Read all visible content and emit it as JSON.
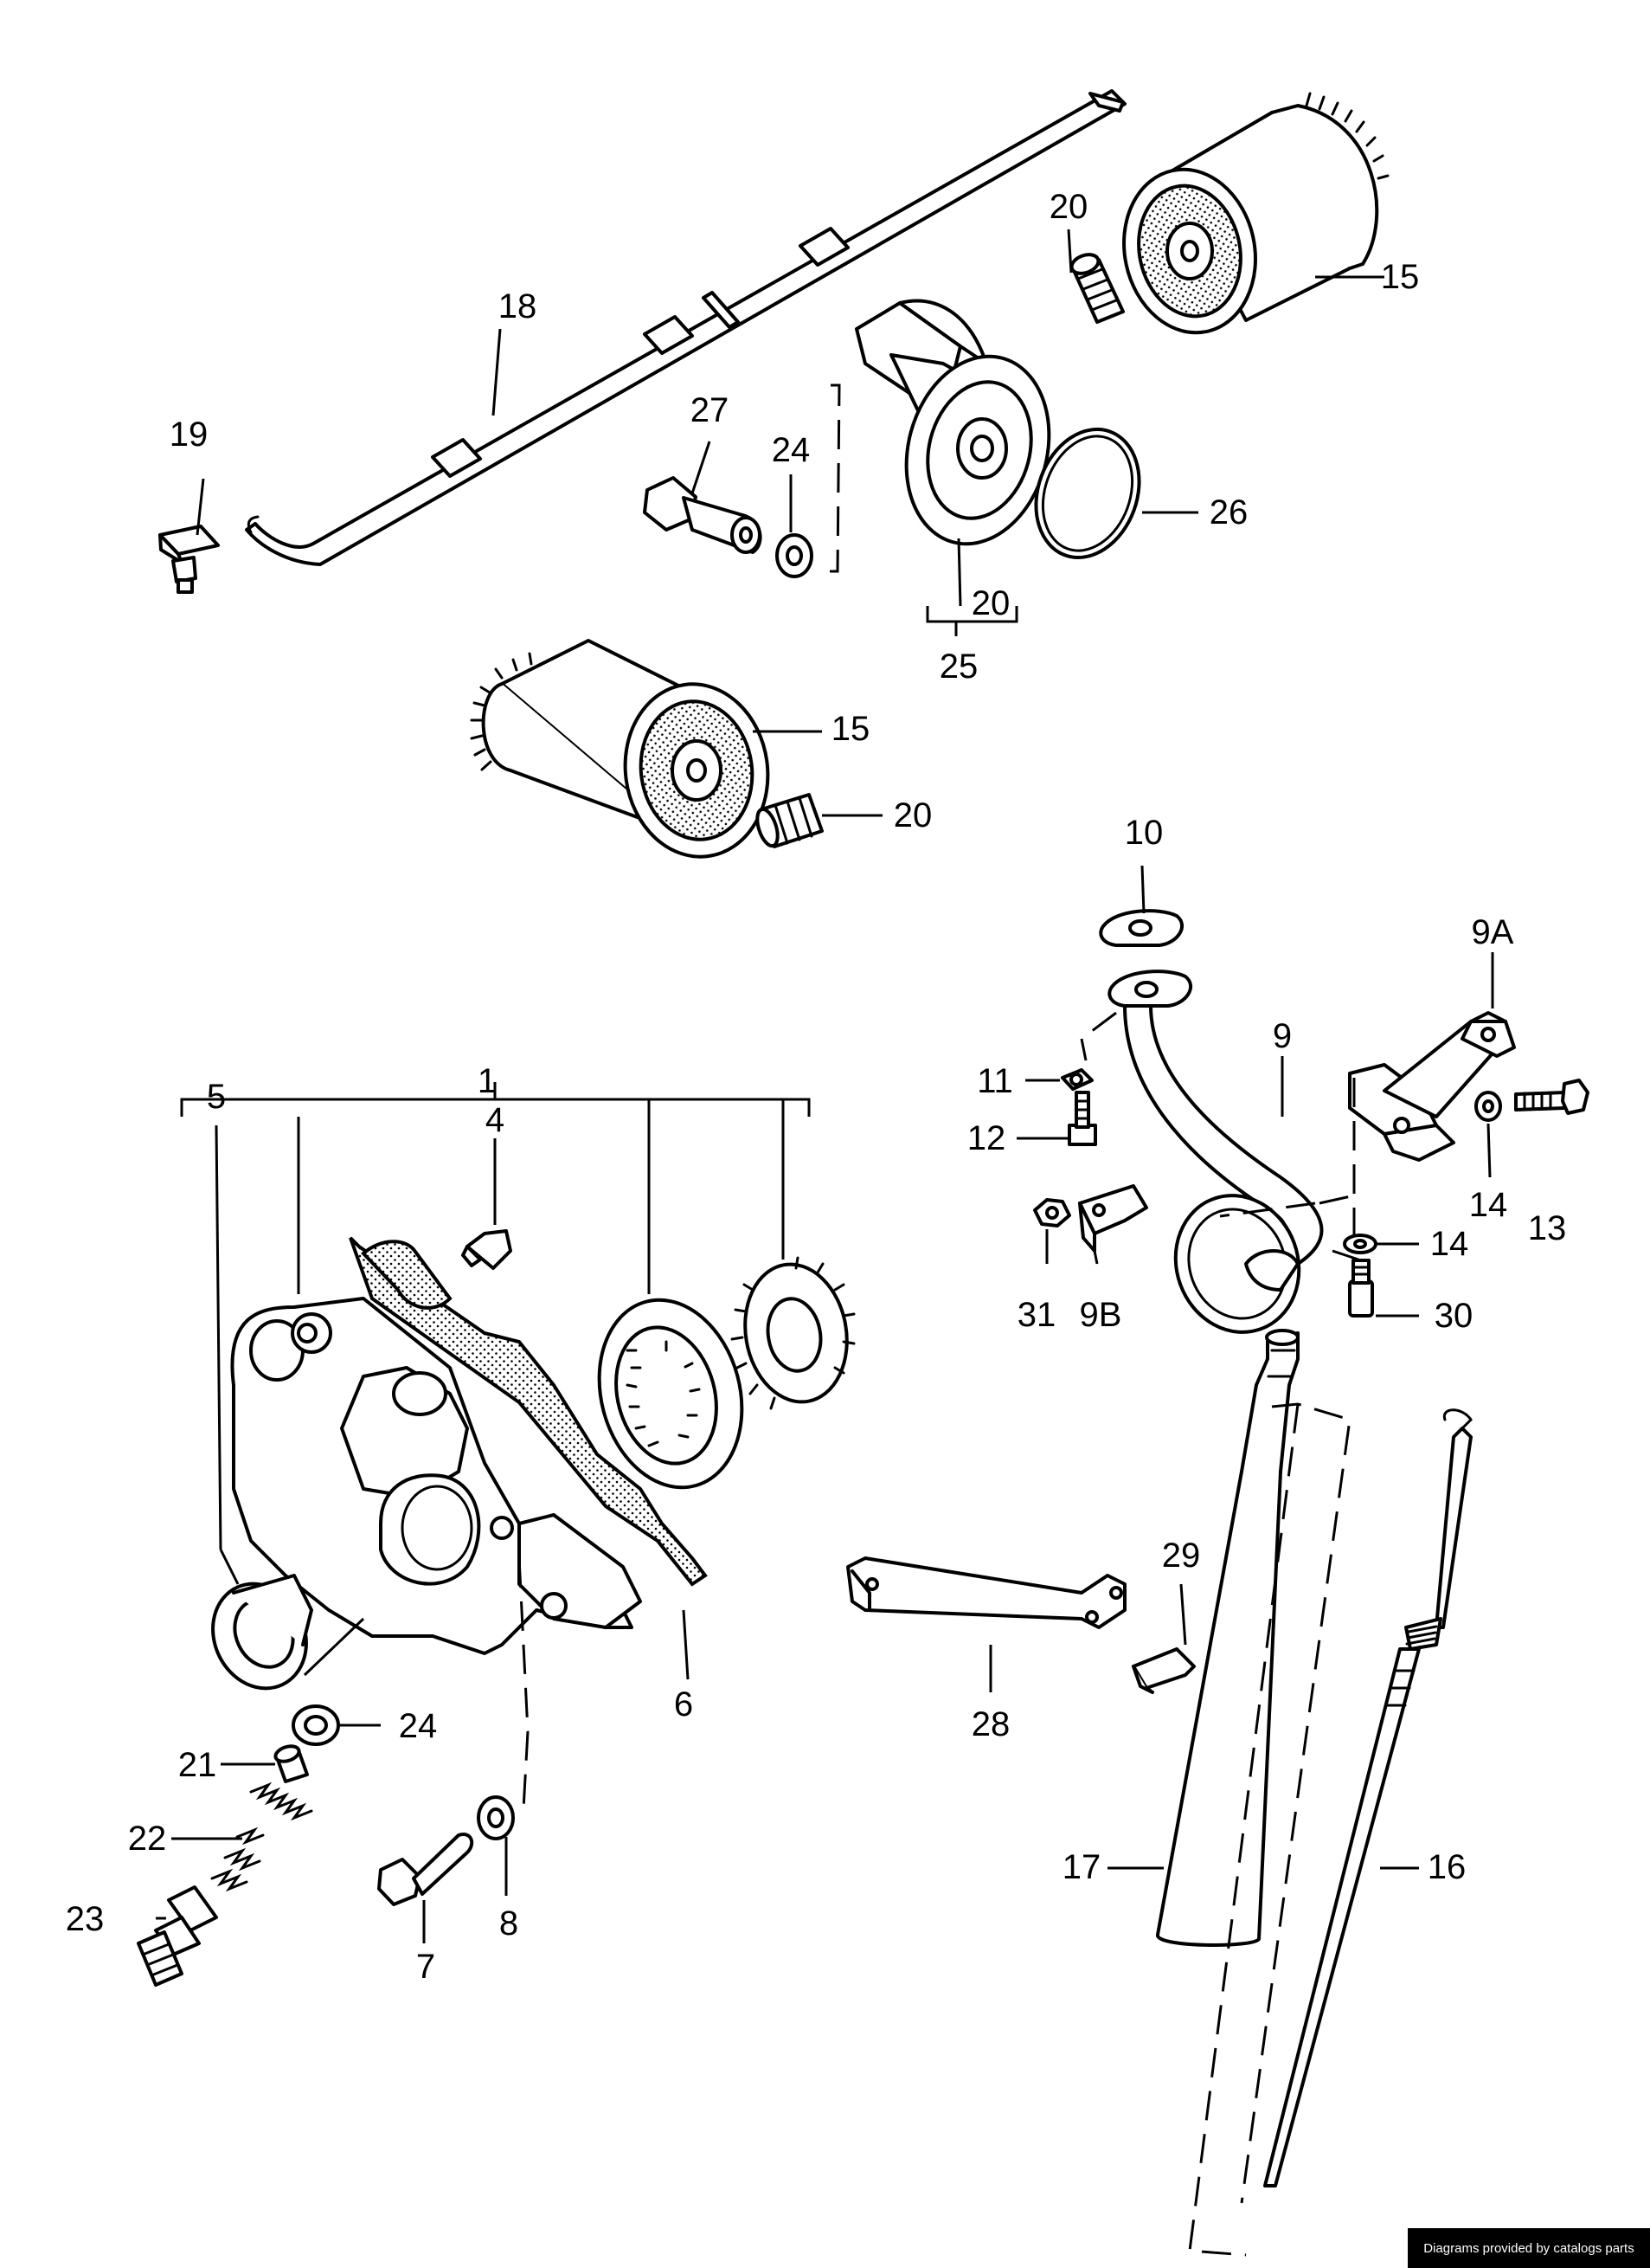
{
  "callouts": {
    "c1": "1",
    "c4": "4",
    "c5": "5",
    "c6": "6",
    "c7": "7",
    "c8": "8",
    "c9": "9",
    "c9a": "9A",
    "c9b": "9B",
    "c10": "10",
    "c11": "11",
    "c12": "12",
    "c13": "13",
    "c14a": "14",
    "c14b": "14",
    "c15a": "15",
    "c15b": "15",
    "c16": "16",
    "c17": "17",
    "c18": "18",
    "c19": "19",
    "c20a": "20",
    "c20b": "20",
    "c20c": "20",
    "c21": "21",
    "c22": "22",
    "c23": "23",
    "c24a": "24",
    "c24b": "24",
    "c25": "25",
    "c26": "26",
    "c27": "27",
    "c28": "28",
    "c29": "29",
    "c30": "30",
    "c31": "31"
  },
  "watermark": "Diagrams provided by catalogs parts",
  "colors": {
    "line": "#000000",
    "background": "#ffffff",
    "watermark_bg": "#000000",
    "watermark_fg": "#ffffff"
  }
}
